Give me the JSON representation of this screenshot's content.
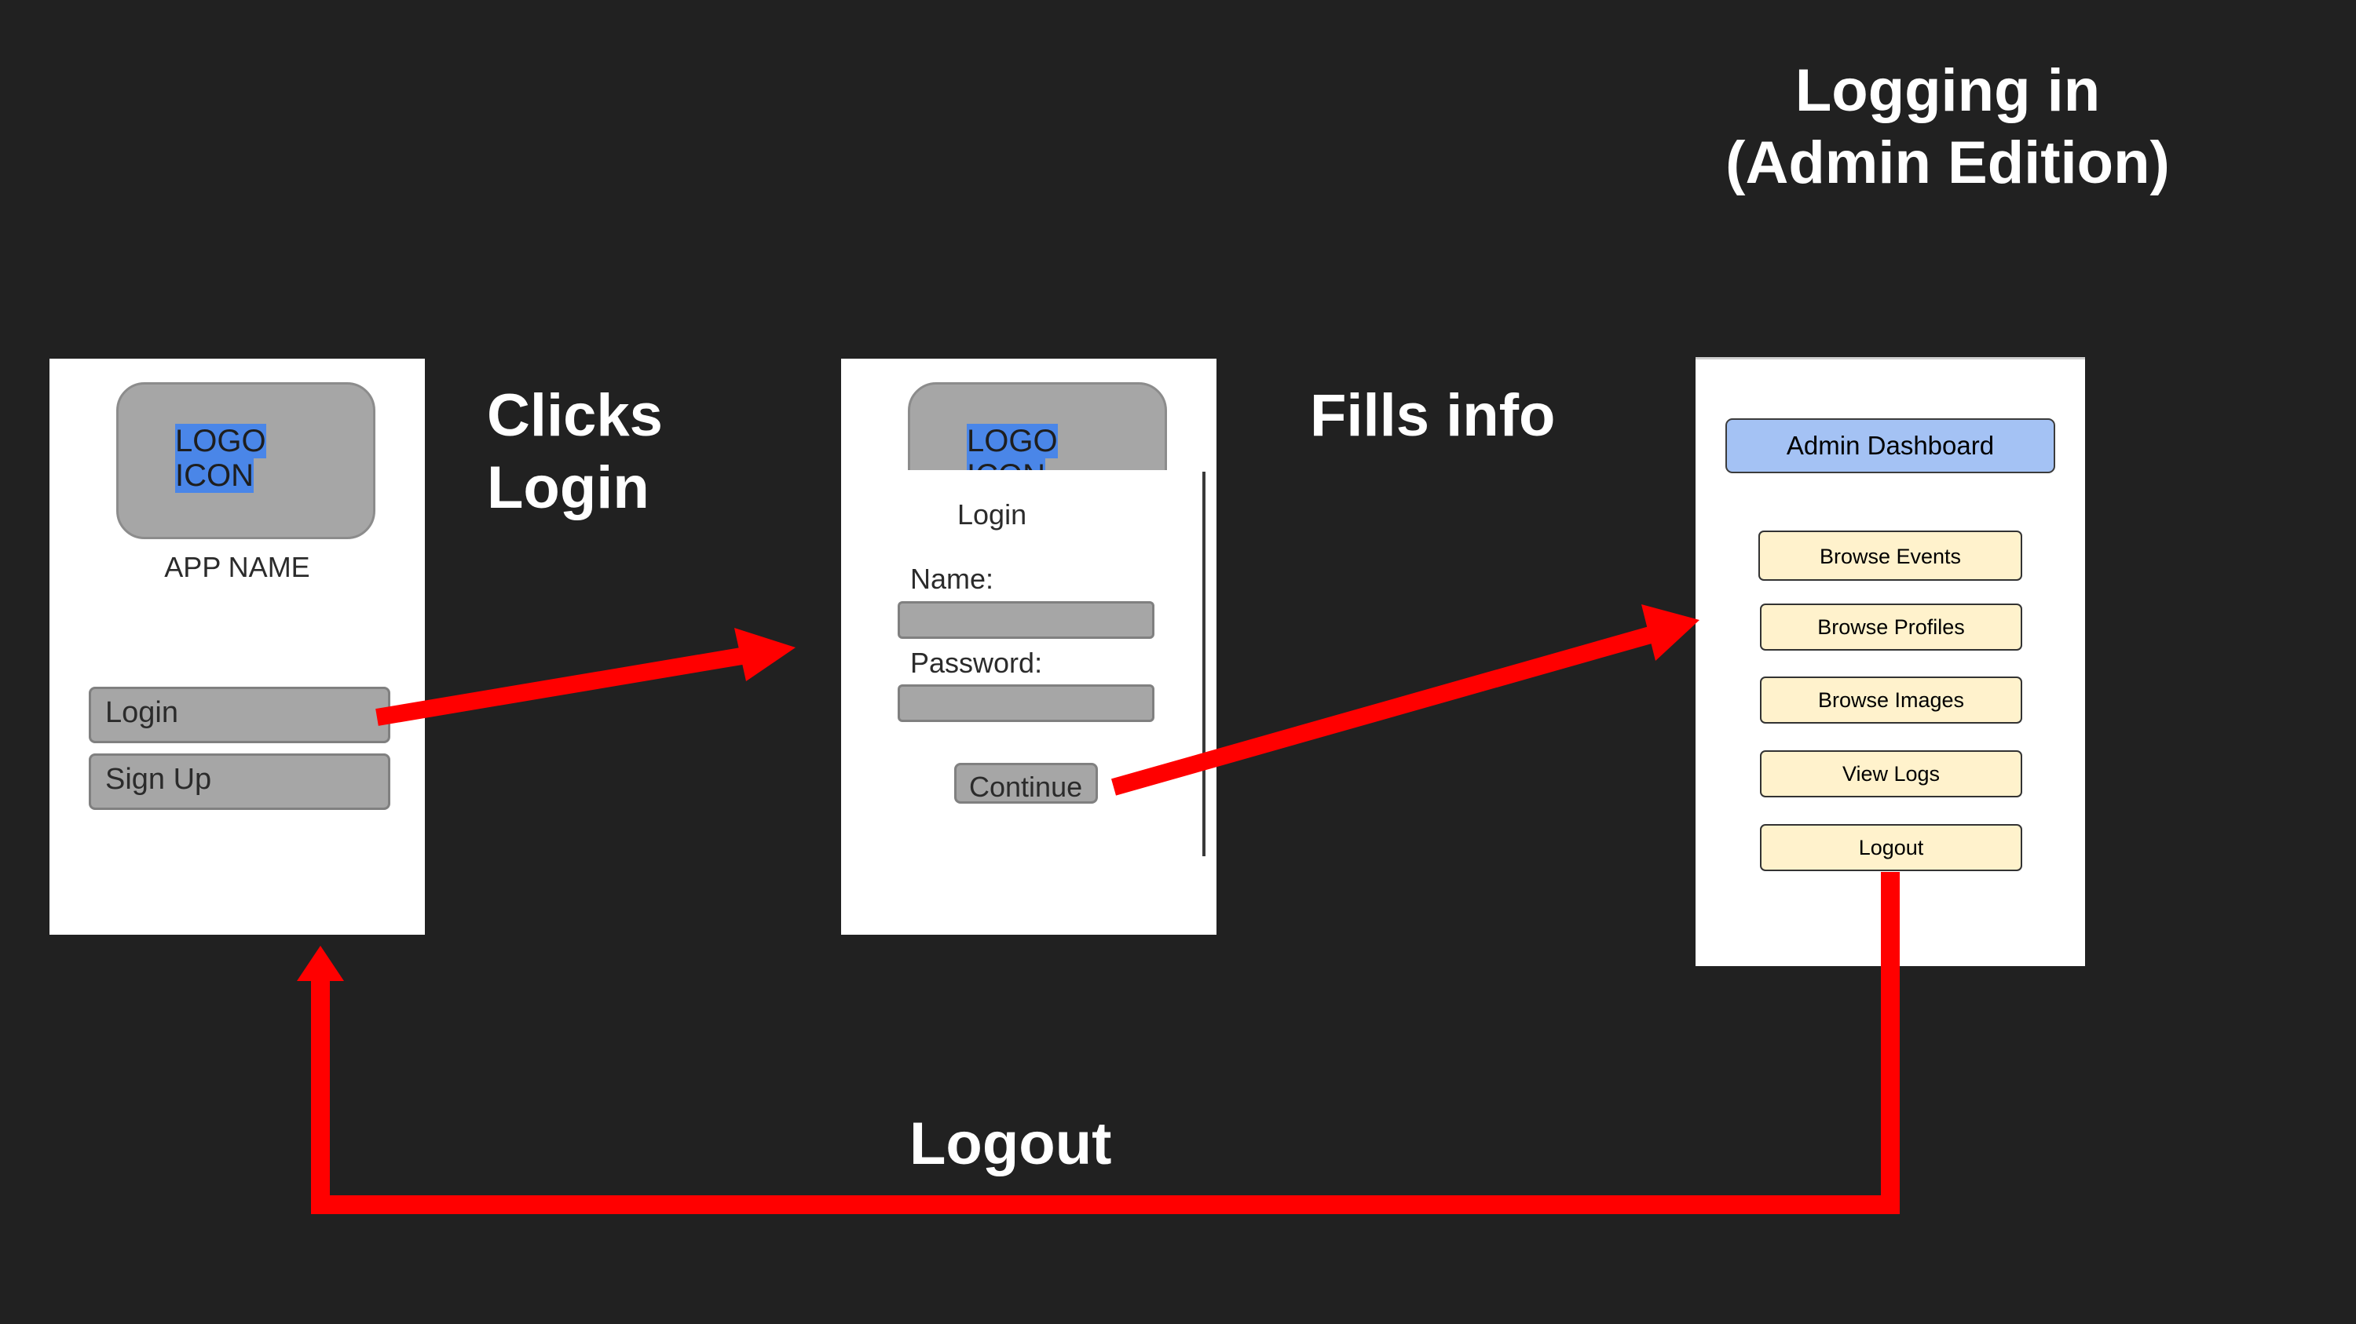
{
  "diagram_title": "Logging in\n(Admin Edition)",
  "transitions": {
    "clicks_login": "Clicks\nLogin",
    "fills_info": "Fills info",
    "logout": "Logout"
  },
  "screen_start": {
    "logo_line1": "LOGO",
    "logo_line2": "ICON",
    "app_name": "APP NAME",
    "login_button": "Login",
    "signup_button": "Sign Up"
  },
  "screen_login": {
    "logo_line1": "LOGO",
    "logo_line2": "ICON",
    "heading": "Login",
    "name_label": "Name:",
    "password_label": "Password:",
    "continue_button": "Continue"
  },
  "screen_admin": {
    "header": "Admin Dashboard",
    "buttons": [
      "Browse Events",
      "Browse Profiles",
      "Browse Images",
      "View Logs",
      "Logout"
    ]
  },
  "colors": {
    "background": "#212121",
    "arrow": "#ff0000",
    "highlight": "#4a86e8",
    "admin_header": "#a4c2f4",
    "admin_button": "#fff2cc",
    "placeholder_gray": "#a6a6a6"
  }
}
